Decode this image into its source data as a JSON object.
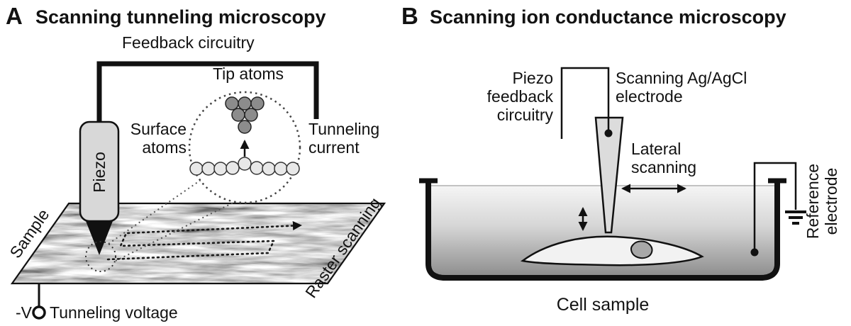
{
  "figure": {
    "panel_a": {
      "panel_label": "A",
      "title": "Scanning tunneling microscopy",
      "labels": {
        "feedback_circuitry": "Feedback circuitry",
        "tip_atoms": "Tip atoms",
        "surface_atoms_line1": "Surface",
        "surface_atoms_line2": "atoms",
        "tunneling_current_line1": "Tunneling",
        "tunneling_current_line2": "current",
        "piezo": "Piezo",
        "sample": "Sample",
        "raster_scanning": "Raster scanning",
        "voltage_symbol": "-V",
        "tunneling_voltage": "Tunneling voltage"
      }
    },
    "panel_b": {
      "panel_label": "B",
      "title": "Scanning ion conductance microscopy",
      "labels": {
        "piezo_feedback_line1": "Piezo",
        "piezo_feedback_line2": "feedback",
        "piezo_feedback_line3": "circuitry",
        "scanning_electrode_line1": "Scanning Ag/AgCl",
        "scanning_electrode_line2": "electrode",
        "lateral_scanning_line1": "Lateral",
        "lateral_scanning_line2": "scanning",
        "reference_electrode_line1": "Reference",
        "reference_electrode_line2": "electrode",
        "cell_sample": "Cell sample"
      }
    },
    "colors": {
      "ink": "#111111",
      "piezo_fill": "#d8d8d8",
      "pipette_fill": "#dcdcdc",
      "tip_atom_fill": "#8c8c8c",
      "surface_atom_fill": "#e8e8e8",
      "nucleus_fill": "#a8a8a8",
      "liquid_top": "#f5f5f5",
      "liquid_bottom": "#8f8f8f"
    }
  }
}
